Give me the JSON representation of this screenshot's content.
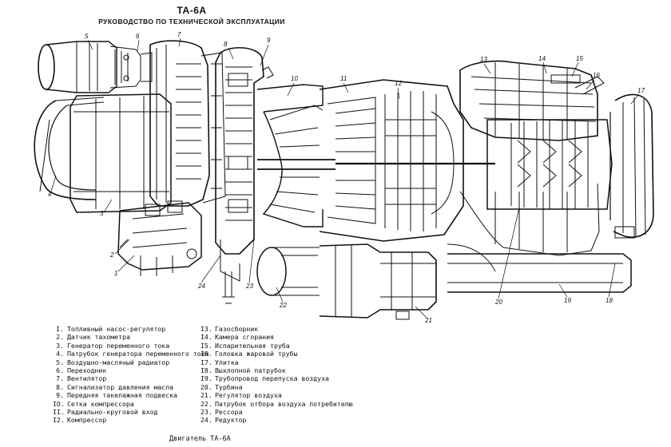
{
  "header": {
    "title": "ТА-6А",
    "subtitle": "РУКОВОДСТВО ПО ТЕХНИЧЕСКОЙ ЭКСПЛУАТАЦИИ"
  },
  "legend": {
    "left": [
      {
        "num": "I.",
        "text": "Топливный насос-регулятор"
      },
      {
        "num": "2.",
        "text": "Датчик тахометра"
      },
      {
        "num": "3.",
        "text": "Генератор переменного тока"
      },
      {
        "num": "4.",
        "text": "Патрубок генератора переменного тока"
      },
      {
        "num": "5.",
        "text": "Воздушно-масляный радиатор"
      },
      {
        "num": "6.",
        "text": "Переходник"
      },
      {
        "num": "7.",
        "text": "Вентилятор"
      },
      {
        "num": "8.",
        "text": "Сигнализатор давления масла"
      },
      {
        "num": "9.",
        "text": "Передняя такелажная подвеска"
      },
      {
        "num": "IO.",
        "text": "Сетка компрессора"
      },
      {
        "num": "II.",
        "text": "Радиально-круговой вход"
      },
      {
        "num": "I2.",
        "text": "Компрессор"
      }
    ],
    "right": [
      {
        "num": "I3.",
        "text": "Газосборник"
      },
      {
        "num": "I4.",
        "text": "Камера сгорания"
      },
      {
        "num": "I5.",
        "text": "Испарительная труба"
      },
      {
        "num": "I6.",
        "text": "Головка жаровой трубы"
      },
      {
        "num": "I7.",
        "text": "Улитка"
      },
      {
        "num": "I8.",
        "text": "Выхлопной патрубок"
      },
      {
        "num": "I9.",
        "text": "Трубопровод перепуска воздуха"
      },
      {
        "num": "20.",
        "text": "Турбина"
      },
      {
        "num": "21.",
        "text": "Регулятор воздуха"
      },
      {
        "num": "22.",
        "text": "Патрубок отбора воздуха потребителю"
      },
      {
        "num": "23.",
        "text": "Рессора"
      },
      {
        "num": "24.",
        "text": "Редуктор"
      }
    ]
  },
  "callouts": [
    "1",
    "2",
    "3",
    "4",
    "5",
    "6",
    "7",
    "8",
    "9",
    "10",
    "11",
    "12",
    "13",
    "14",
    "15",
    "16",
    "17",
    "18",
    "19",
    "20",
    "21",
    "22",
    "23",
    "24"
  ],
  "caption": "Двигатель ТА-6А"
}
